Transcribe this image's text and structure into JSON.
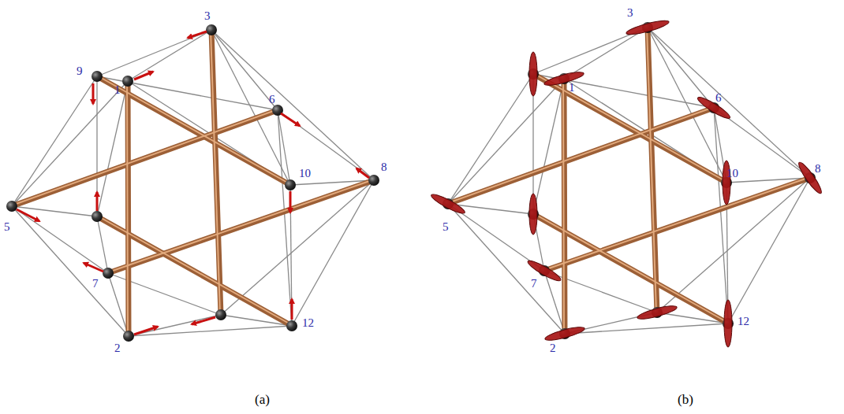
{
  "diagram": {
    "labels": [
      "9",
      "1",
      "3",
      "6",
      "10",
      "8",
      "5",
      "7",
      "2",
      "12",
      "(a)",
      "3",
      "1",
      "6",
      "10",
      "8",
      "5",
      "7",
      "2",
      "12",
      "(b)"
    ]
  }
}
